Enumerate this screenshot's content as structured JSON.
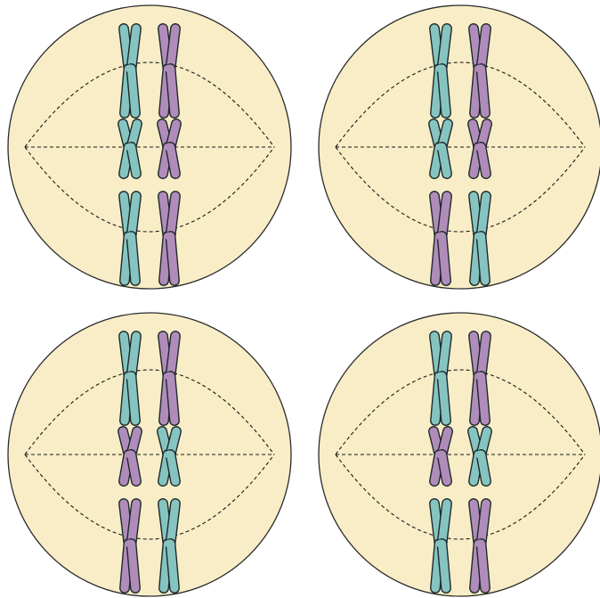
{
  "colors": {
    "cell_fill": "#f8edc6",
    "cell_stroke": "#2b2b2b",
    "spindle_stroke": "#1a1a1a",
    "chromosome_outline": "#1f2a2a",
    "teal": "#86c4c1",
    "purple": "#b08cbb"
  },
  "cells": [
    {
      "id": "cell-top-left",
      "pairs": [
        [
          "teal",
          "purple"
        ],
        [
          "teal",
          "purple"
        ],
        [
          "teal",
          "purple"
        ]
      ],
      "pair_size": [
        "large",
        "small",
        "large"
      ]
    },
    {
      "id": "cell-top-right",
      "pairs": [
        [
          "teal",
          "purple"
        ],
        [
          "teal",
          "purple"
        ],
        [
          "purple",
          "teal"
        ]
      ],
      "pair_size": [
        "large",
        "small",
        "large"
      ]
    },
    {
      "id": "cell-bottom-left",
      "pairs": [
        [
          "teal",
          "purple"
        ],
        [
          "purple",
          "teal"
        ],
        [
          "purple",
          "teal"
        ]
      ],
      "pair_size": [
        "large",
        "small",
        "large"
      ]
    },
    {
      "id": "cell-bottom-right",
      "pairs": [
        [
          "teal",
          "purple"
        ],
        [
          "purple",
          "teal"
        ],
        [
          "teal",
          "purple"
        ]
      ],
      "pair_size": [
        "large",
        "small",
        "large"
      ]
    }
  ]
}
